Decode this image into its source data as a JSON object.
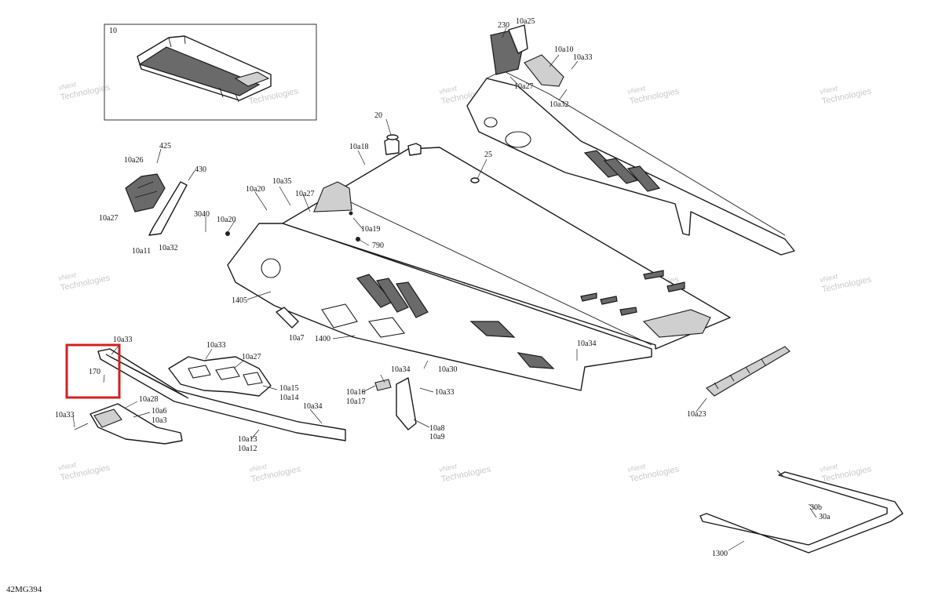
{
  "diagram": {
    "figure_ref": "42MG394",
    "inset_label": "10",
    "watermark": {
      "line1": "vNext",
      "line2": "Technologies"
    },
    "highlight_color": "#d42020",
    "labels": {
      "l10a25": "10a25",
      "l230": "230",
      "l10a10": "10a10",
      "l10a33_top": "10a33",
      "l10a27_top": "10a27",
      "l10a32_top": "10a32",
      "l425": "425",
      "l10a26": "10a26",
      "l430": "430",
      "l10a27_left": "10a27",
      "l3040": "3040",
      "l10a11": "10a11",
      "l10a32_left": "10a32",
      "l10a20_a": "10a20",
      "l10a35": "10a35",
      "l10a27_mid": "10a27",
      "l10a20_b": "10a20",
      "l20": "20",
      "l10a18": "10a18",
      "l25": "25",
      "l10a19": "10a19",
      "l790": "790",
      "l1405": "1405",
      "l10a7": "10a7",
      "l1400": "1400",
      "l10a33_hl": "10a33",
      "l170": "170",
      "l10a28": "10a28",
      "l10a6": "10a6",
      "l10a3": "10a3",
      "l10a33_low": "10a33",
      "l10a33_rail": "10a33",
      "l10a27_rail": "10a27",
      "l10a15": "10a15",
      "l10a14": "10a14",
      "l10a34_rail": "10a34",
      "l10a13": "10a13",
      "l10a12": "10a12",
      "l10a34_mid": "10a34",
      "l10a16": "10a16",
      "l10a17": "10a17",
      "l10a33_mid": "10a33",
      "l10a8": "10a8",
      "l10a9": "10a9",
      "l10a30": "10a30",
      "l10a34_right": "10a34",
      "l10a23": "10a23",
      "l30b": "30b",
      "l30a": "30a",
      "l1300": "1300"
    }
  }
}
